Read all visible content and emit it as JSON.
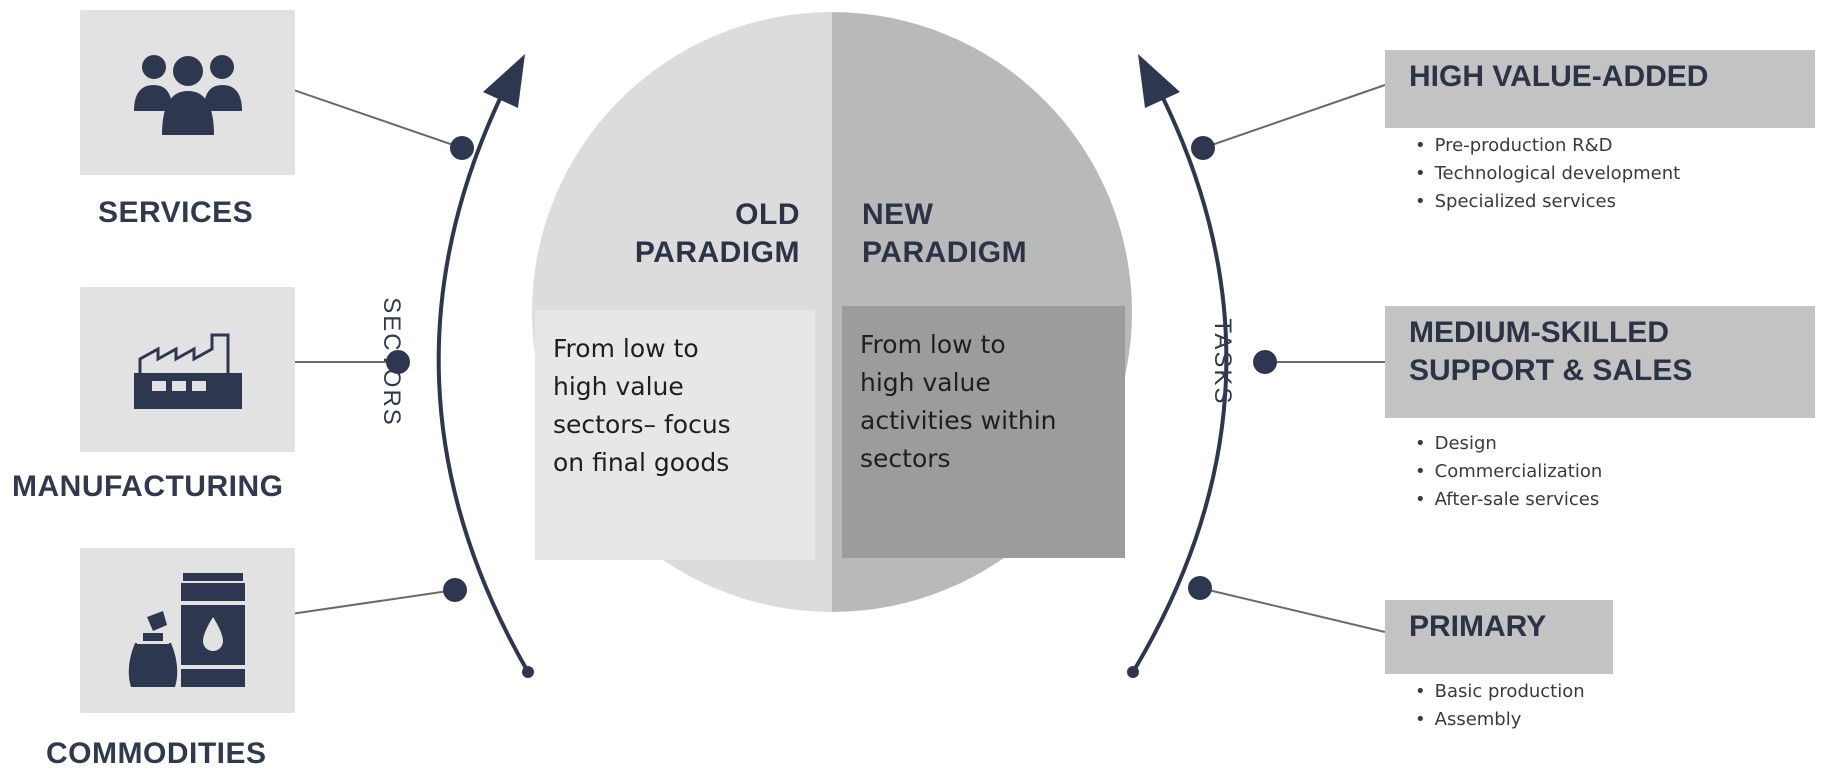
{
  "colors": {
    "navy": "#2d3850",
    "box_gray": "#e2e2e2",
    "old_half": "#dcdcdc",
    "new_half": "#b9b9b9",
    "tier_header": "#c3c3c3"
  },
  "sectors": {
    "axis_label": "SECTORS",
    "items": [
      {
        "label": "SERVICES",
        "icon": "people-group-icon"
      },
      {
        "label": "MANUFACTURING",
        "icon": "factory-icon"
      },
      {
        "label": "COMMODITIES",
        "icon": "oil-barrel-and-sack-icon"
      }
    ]
  },
  "paradigms": {
    "old": {
      "title_line1": "OLD",
      "title_line2": "PARADIGM",
      "desc_lines": [
        "From low to",
        "high value",
        "sectors– focus",
        "on final goods"
      ]
    },
    "new": {
      "title_line1": "NEW",
      "title_line2": "PARADIGM",
      "desc_lines": [
        "From low to",
        "high value",
        "activities within",
        "sectors"
      ]
    }
  },
  "tasks": {
    "axis_label": "TASKS",
    "tiers": [
      {
        "title_lines": [
          "HIGH VALUE-ADDED"
        ],
        "bullets": [
          "Pre-production R&D",
          "Technological development",
          "Specialized services"
        ]
      },
      {
        "title_lines": [
          "MEDIUM-SKILLED",
          "SUPPORT & SALES"
        ],
        "bullets": [
          "Design",
          "Commercialization",
          "After-sale services"
        ]
      },
      {
        "title_lines": [
          "PRIMARY"
        ],
        "bullets": [
          "Basic production",
          "Assembly"
        ]
      }
    ]
  }
}
